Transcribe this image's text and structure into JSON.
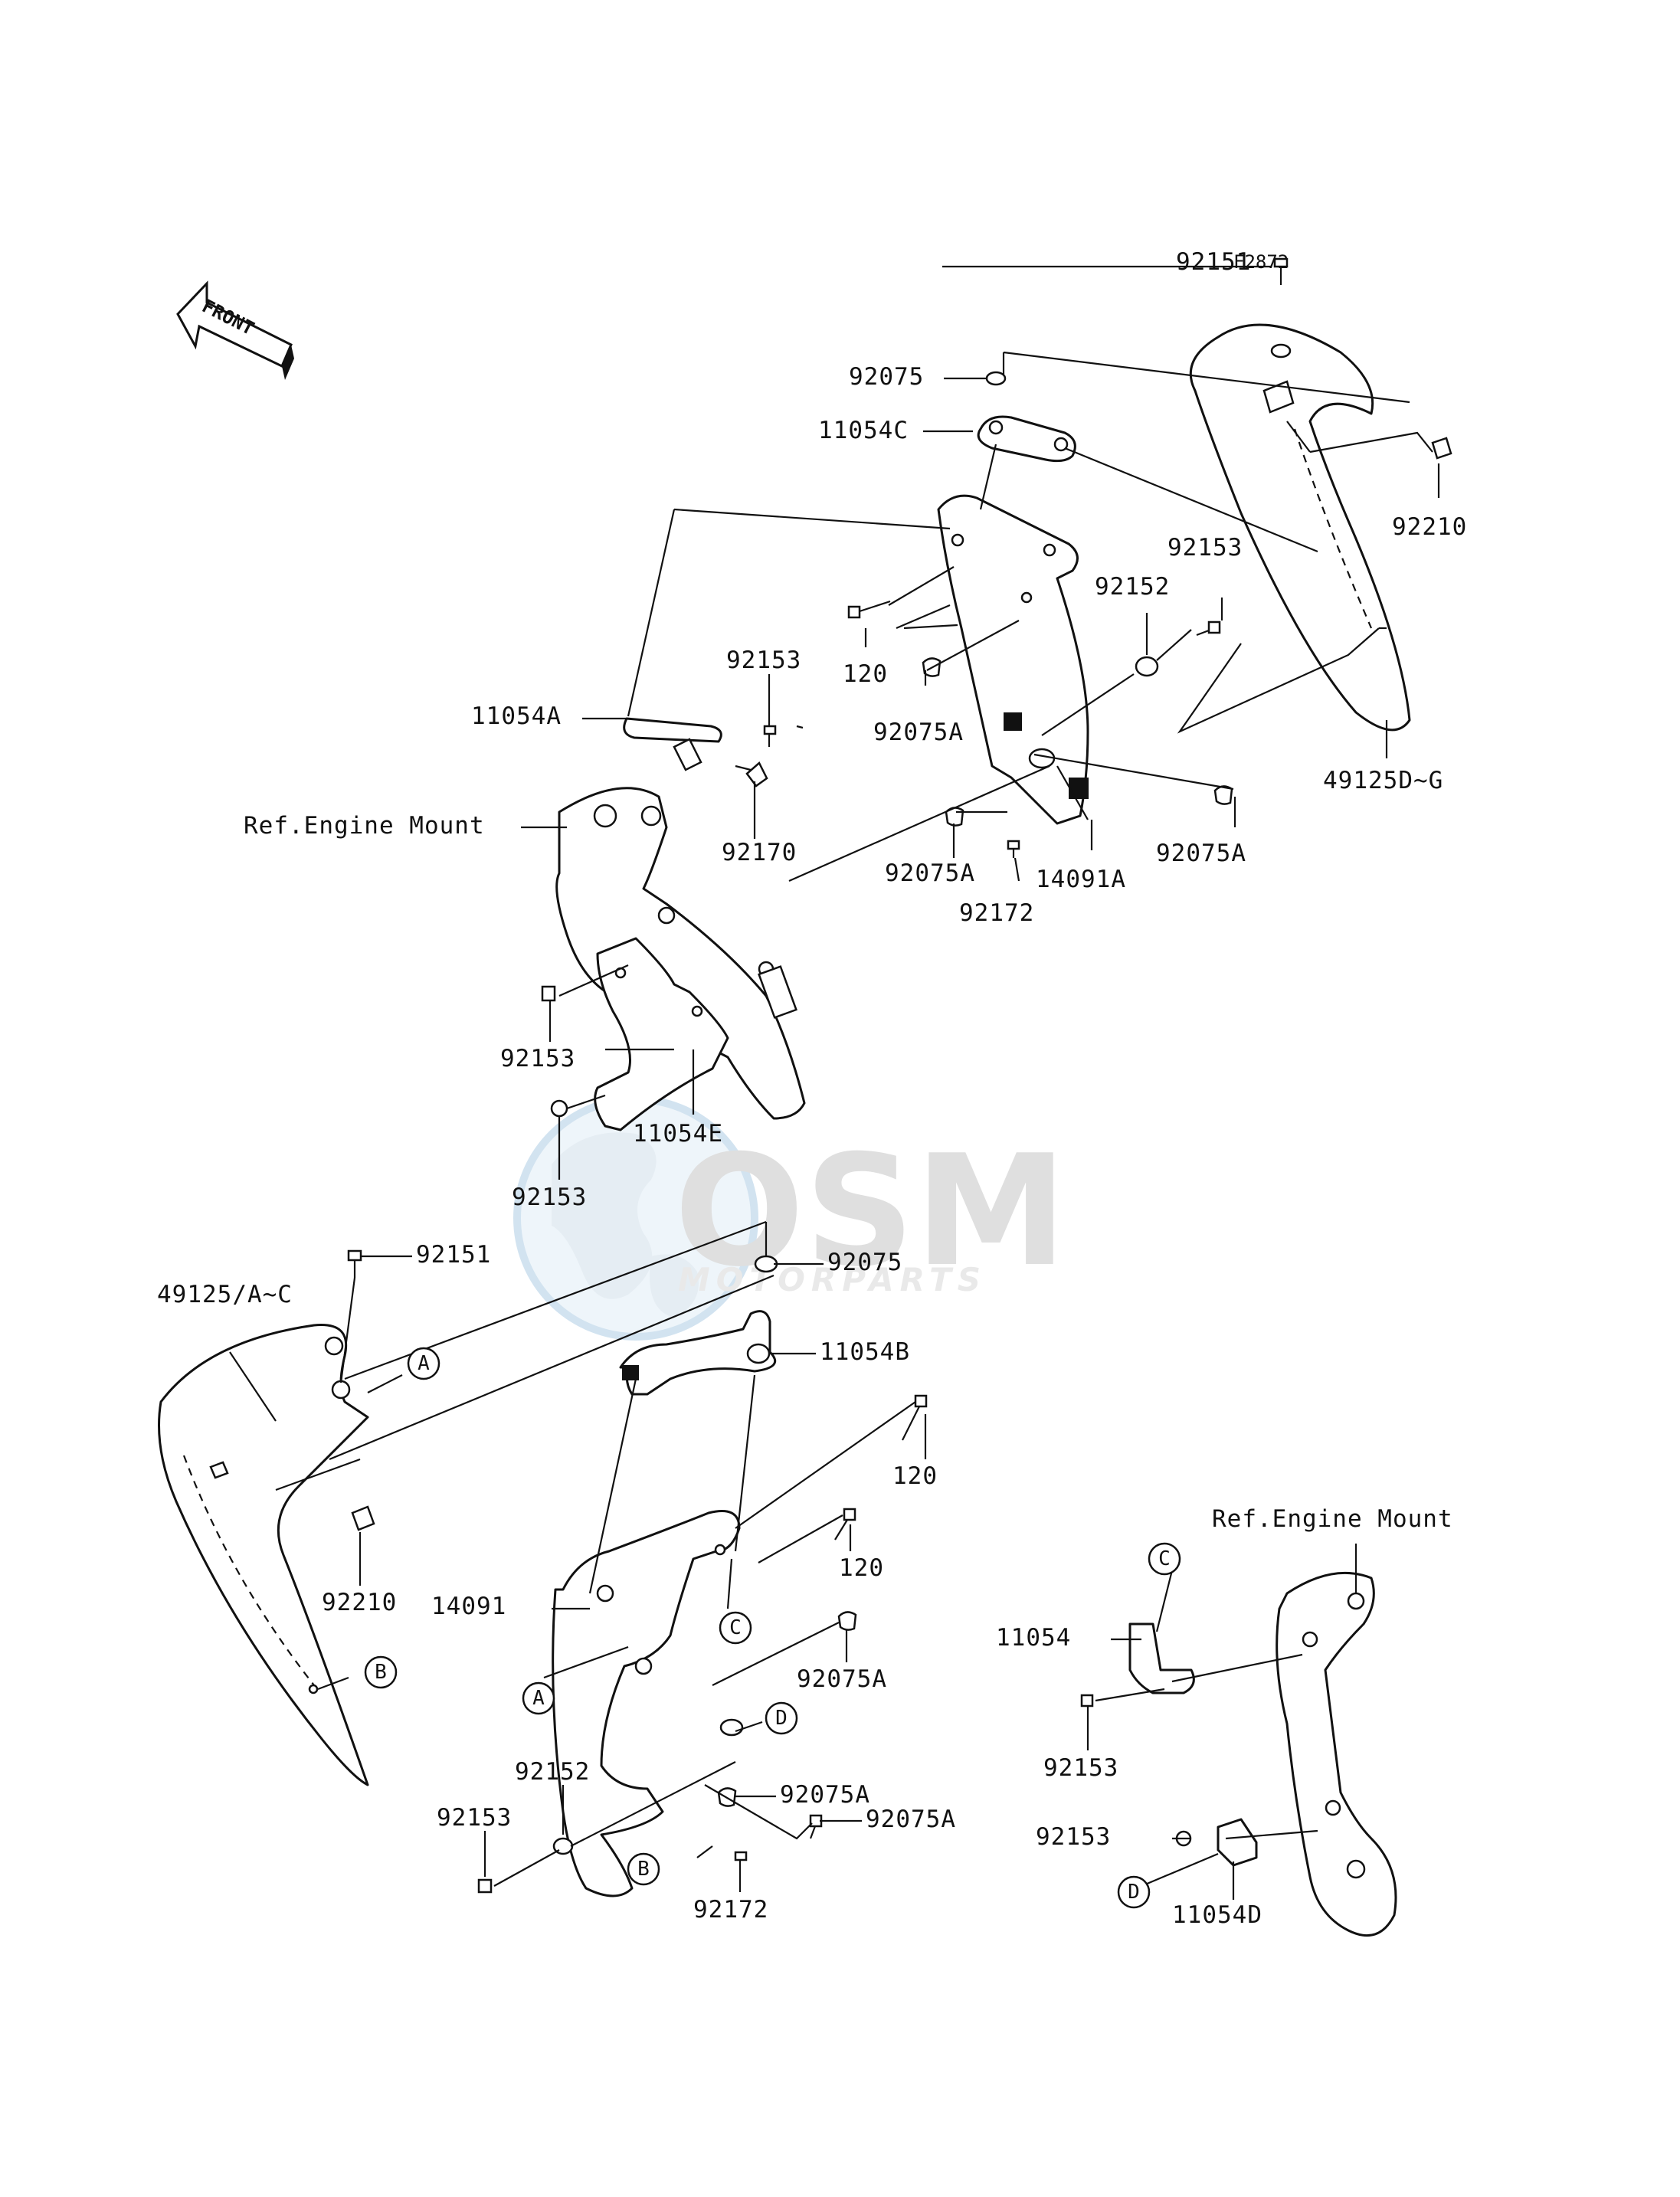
{
  "figure_code": "F2872",
  "front_arrow_label": "FRONT",
  "watermark": {
    "brand": "OSM",
    "sub": "MOTORPARTS"
  },
  "labels": {
    "p92151_top": "92151",
    "p92075_top": "92075",
    "p11054C": "11054C",
    "p92210_right": "92210",
    "p92153_r1": "92153",
    "p92152_r": "92152",
    "p120_top": "120",
    "p92075A_1": "92075A",
    "p92153_mid": "92153",
    "p11054A": "11054A",
    "ref_engine_mount_1": "Ref.Engine Mount",
    "p92170": "92170",
    "p92075A_2": "92075A",
    "p14091A": "14091A",
    "p92075A_3": "92075A",
    "p92172_top": "92172",
    "p49125DG": "49125D~G",
    "p92153_l1": "92153",
    "p11054E": "11054E",
    "p92153_l2": "92153",
    "p92151_bot": "92151",
    "p49125AC": "49125/A~C",
    "p92075_bot": "92075",
    "p11054B": "11054B",
    "p120_b1": "120",
    "p120_b2": "120",
    "p92210_left": "92210",
    "p14091": "14091",
    "p92075A_4": "92075A",
    "p92152_b": "92152",
    "p92153_b": "92153",
    "p92075A_5": "92075A",
    "p92075A_6": "92075A",
    "p92172_bot": "92172",
    "ref_engine_mount_2": "Ref.Engine Mount",
    "p11054": "11054",
    "p92153_br1": "92153",
    "p92153_br2": "92153",
    "p11054D": "11054D"
  },
  "callouts": {
    "a1": "A",
    "b1": "B",
    "a2": "A",
    "c1": "C",
    "d1": "D",
    "b2": "B",
    "c2": "C",
    "d2": "D"
  }
}
